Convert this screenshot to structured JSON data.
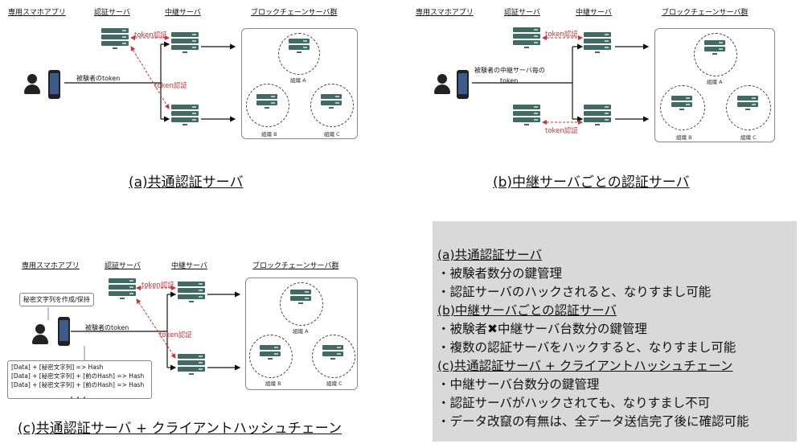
{
  "labels": {
    "app": "専用スマホアプリ",
    "auth": "認証サーバ",
    "relay": "中継サーバ",
    "chain": "ブロックチェーンサーバ群",
    "token": "被験者のtoken",
    "token_per_relay_1": "被験者の中継サーバ毎の",
    "token_per_relay_2": "token",
    "token_auth": "token認証",
    "org_a": "組織 A",
    "org_b": "組織 B",
    "org_c": "組織 C",
    "secret_note": "秘密文字列を作成/保持",
    "hash_1": "[Data] + [秘密文字列] => Hash",
    "hash_2": "[Data] + [秘密文字列] + [前のHash] => Hash",
    "hash_3": "[Data] + [秘密文字列] + [前のHash] => Hash",
    "hash_dots": "・・・"
  },
  "captions": {
    "a": "(a)共通認証サーバ",
    "b": "(b)中継サーバごとの認証サーバ",
    "c": "(c)共通認証サーバ + クライアントハッシュチェーン"
  },
  "summary": [
    "(a)共通認証サーバ",
    "・被験者数分の鍵管理",
    "・認証サーバのハックされると、なりすまし可能",
    "(b)中継サーバごとの認証サーバ",
    "・被験者✖中継サーバ台数分の鍵管理",
    "・複数の認証サーバをハックすると、なりすまし可能",
    "(c)共通認証サーバ + クライアントハッシュチェーン",
    "・中継サーバ台数分の鍵管理",
    "・認証サーバがハックされても、なりすまし不可",
    "・データ改竄の有無は、全データ送信完了後に確認可能"
  ],
  "colors": {
    "server": "#3f6b62",
    "token_red": "#d32f2f",
    "summary_bg": "#d9d9d9"
  }
}
